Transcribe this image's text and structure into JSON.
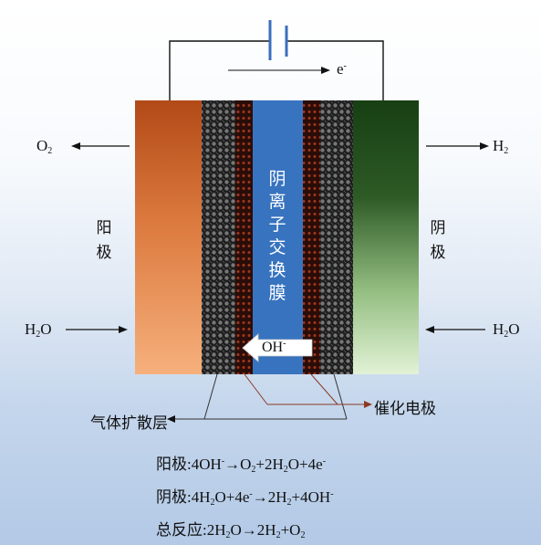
{
  "electron_label": "e⁻",
  "left_gas": "O₂",
  "right_gas": "H₂",
  "left_water": "H₂O",
  "right_water": "H₂O",
  "anode_label": [
    "阳",
    "极"
  ],
  "cathode_label": [
    "阴",
    "极"
  ],
  "membrane_label": [
    "阴",
    "离",
    "子",
    "交",
    "换",
    "膜"
  ],
  "ion_label": "OH⁻",
  "gas_diffusion_layer_label": "气体扩散层",
  "catalytic_electrode_label": "催化电极",
  "equations": [
    "阳极:4OH⁻→O₂+2H₂O+4e⁻",
    "阴极:4H₂O+4e⁻→2H₂+4OH⁻",
    "总反应:2H₂O→2H₂+O₂"
  ],
  "colors": {
    "anode_top": "#b5501b",
    "anode_bottom": "#f7b07a",
    "cathode_top": "#1a4416",
    "cathode_bottom": "#d9eecd",
    "membrane": "#3773bf",
    "catalyst": "#5a1a12",
    "diffusion": "#2b2b2b"
  }
}
